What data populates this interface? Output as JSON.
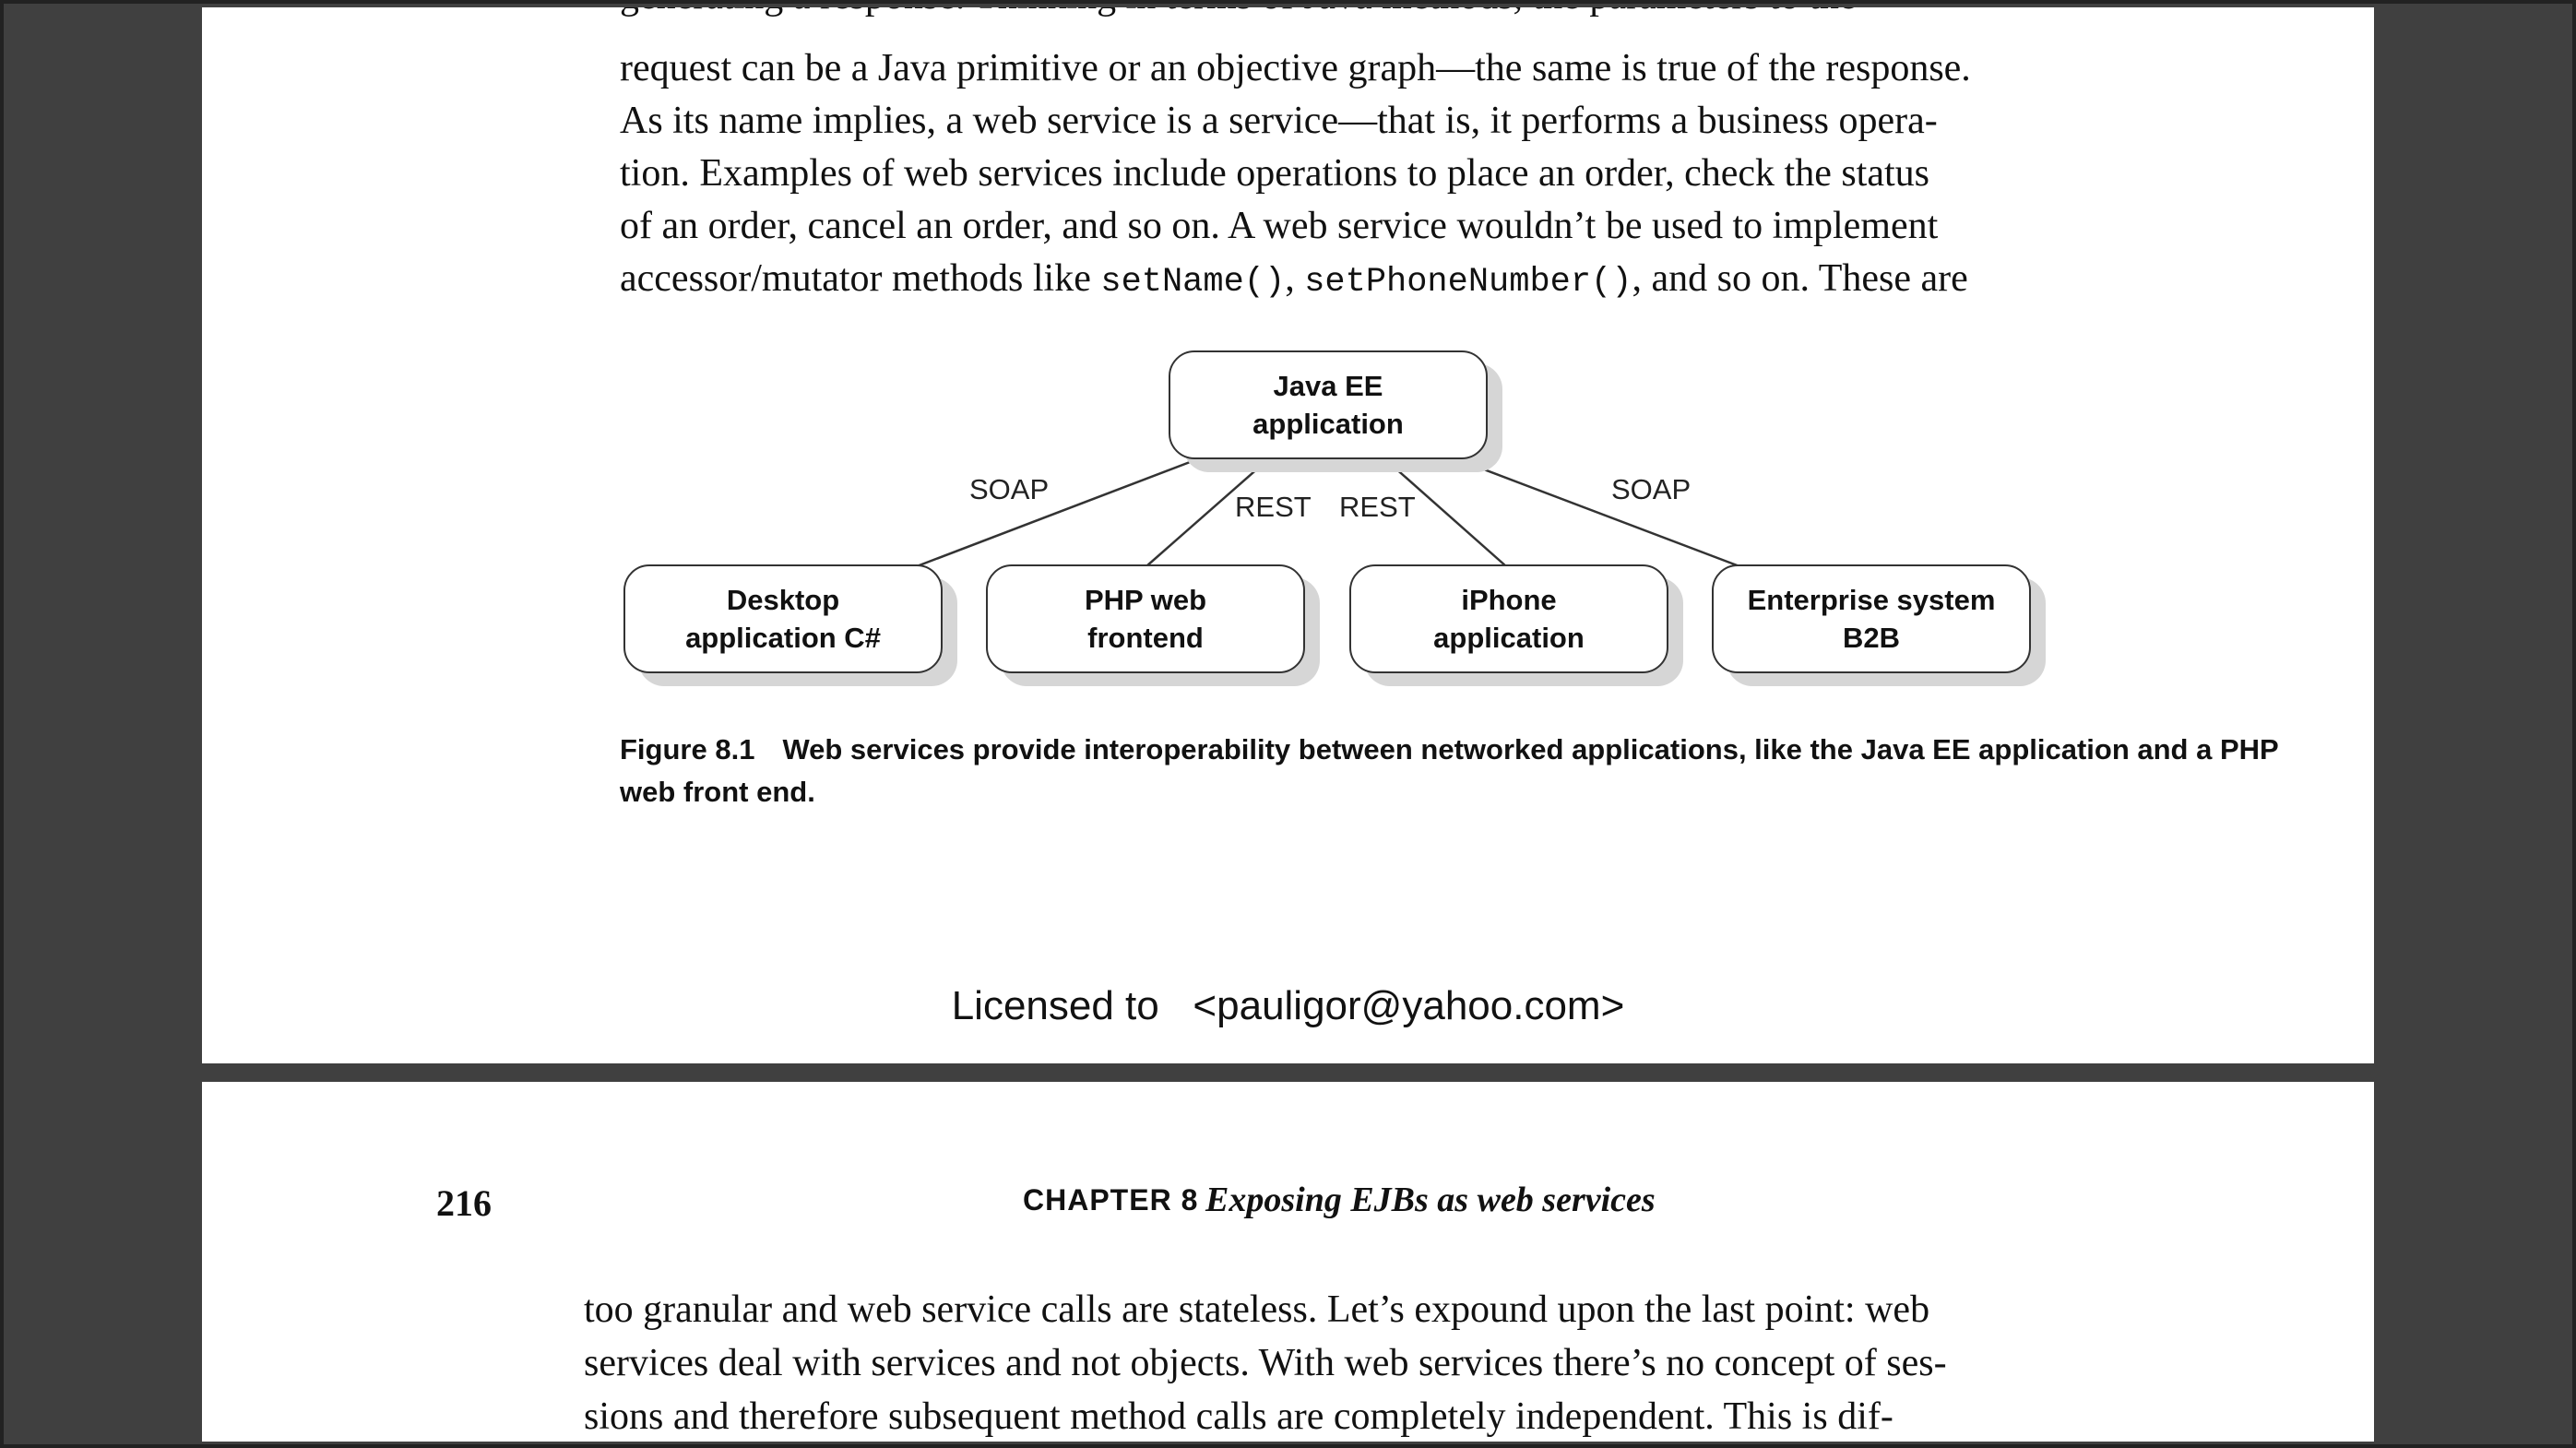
{
  "page_top": {
    "paragraph_lines": [
      "generating a response. Thinking in terms of Java methods, the parameters to the",
      "request can be a Java primitive or an objective graph—the same is true of the response.",
      "As its name implies, a web service is a service—that is, it performs a business opera-",
      "tion. Examples of web services include operations to place an order, check the status",
      "of an order, cancel an order, and so on. A web service wouldn’t be used to implement"
    ],
    "last_line": {
      "prefix": "accessor/mutator methods like ",
      "code1": "setName()",
      "sep": ", ",
      "code2": "setPhoneNumber()",
      "suffix": ", and so on. These are"
    },
    "figure": {
      "nodes": {
        "java_ee": [
          "Java EE",
          "application"
        ],
        "desktop": [
          "Desktop",
          "application C#"
        ],
        "php": [
          "PHP web",
          "frontend"
        ],
        "iphone": [
          "iPhone",
          "application"
        ],
        "enterprise": [
          "Enterprise system",
          "B2B"
        ]
      },
      "edge_labels": {
        "desktop": "SOAP",
        "php": "REST",
        "iphone": "REST",
        "enterprise": "SOAP"
      }
    },
    "caption": {
      "label": "Figure 8.1",
      "text": "Web services provide interoperability between networked applications, like the Java EE application and a PHP web front end."
    },
    "license": "Licensed to   <pauligor@yahoo.com>"
  },
  "page_bottom": {
    "page_number": "216",
    "chapter_label": "CHAPTER 8",
    "chapter_title": "Exposing EJBs as web services",
    "paragraph_lines": [
      "too granular and web service calls are stateless. Let’s expound upon the last point: web",
      "services deal with services and not objects. With web services there’s no concept of ses-",
      "sions and therefore subsequent method calls are completely independent. This is dif-"
    ]
  }
}
